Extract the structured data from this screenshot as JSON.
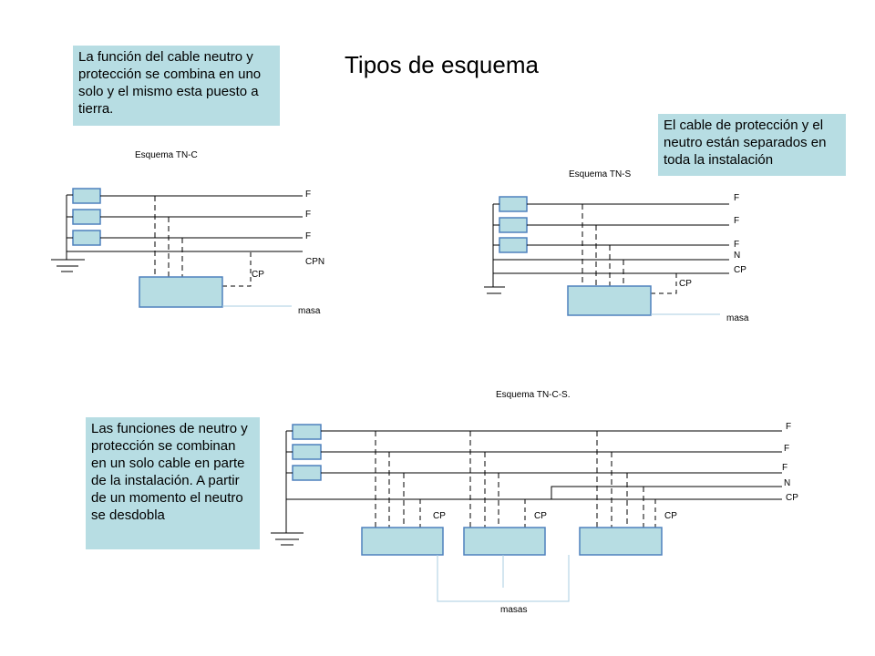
{
  "title": "Tipos de esquema",
  "notes": {
    "tnc": "La función del cable neutro y protección se combina en uno solo y el mismo esta puesto a tierra.",
    "tns": "El cable de protección y el neutro están separados en toda la instalación",
    "tncs": "Las funciones de neutro y protección se combinan en un solo cable en parte de la instalación. A partir de un momento el neutro se desdobla"
  },
  "tnc": {
    "caption": "Esquema TN-C",
    "f1": "F",
    "f2": "F",
    "f3": "F",
    "cpn": "CPN",
    "cp": "CP",
    "masa": "masa"
  },
  "tns": {
    "caption": "Esquema TN-S",
    "f1": "F",
    "f2": "F",
    "f3": "F",
    "n": "N",
    "cp": "CP",
    "cp_box": "CP",
    "masa": "masa"
  },
  "tncs": {
    "caption": "Esquema TN-C-S.",
    "f1": "F",
    "f2": "F",
    "f3": "F",
    "n": "N",
    "cp": "CP",
    "cp1": "CP",
    "cp2": "CP",
    "cp3": "CP",
    "masas": "masas"
  },
  "colors": {
    "box_fill": "#b7dde3",
    "box_stroke": "#4f81bd",
    "wire": "#000000",
    "ground_wire": "#a9cde0"
  }
}
